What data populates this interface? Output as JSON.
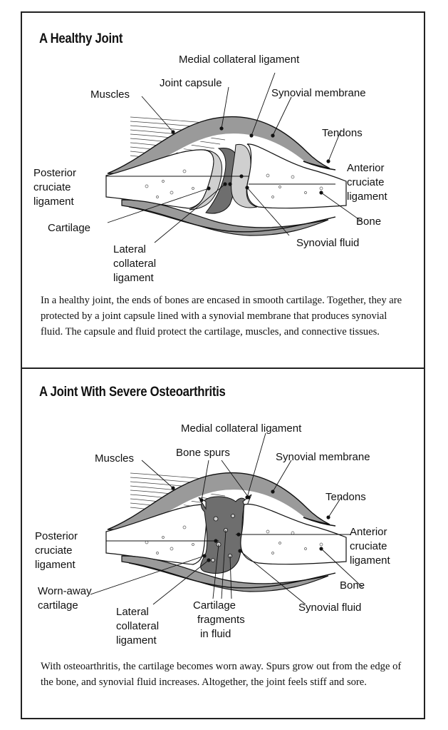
{
  "healthy": {
    "title": "A Healthy Joint",
    "labels": {
      "medial_collateral_ligament": "Medial collateral ligament",
      "joint_capsule": "Joint capsule",
      "muscles": "Muscles",
      "synovial_membrane": "Synovial membrane",
      "tendons": "Tendons",
      "posterior_cruciate_ligament": [
        "Posterior",
        "cruciate",
        "ligament"
      ],
      "anterior_cruciate_ligament": [
        "Anterior",
        "cruciate",
        "ligament"
      ],
      "bone": "Bone",
      "cartilage": "Cartilage",
      "synovial_fluid": "Synovial fluid",
      "lateral_collateral_ligament": [
        "Lateral",
        "collateral",
        "ligament"
      ]
    },
    "caption": "In a healthy joint, the ends of bones are encased in smooth cartilage. Together, they are protected by a joint capsule lined with a synovial membrane that produces synovial fluid. The capsule and fluid protect the cartilage, muscles, and connective tissues."
  },
  "osteoarthritis": {
    "title": "A Joint With Severe Osteoarthritis",
    "labels": {
      "medial_collateral_ligament": "Medial collateral ligament",
      "bone_spurs": "Bone spurs",
      "muscles": "Muscles",
      "synovial_membrane": "Synovial membrane",
      "tendons": "Tendons",
      "posterior_cruciate_ligament": [
        "Posterior",
        "cruciate",
        "ligament"
      ],
      "anterior_cruciate_ligament": [
        "Anterior",
        "cruciate",
        "ligament"
      ],
      "bone": "Bone",
      "worn_away_cartilage": [
        "Worn-away",
        "cartilage"
      ],
      "synovial_fluid": "Synovial fluid",
      "lateral_collateral_ligament": [
        "Lateral",
        "collateral",
        "ligament"
      ],
      "cartilage_fragments": [
        "Cartilage",
        "fragments",
        "in fluid"
      ]
    },
    "caption": "With osteoarthritis, the cartilage becomes worn away. Spurs grow out from the edge of the bone, and synovial fluid increases. Altogether, the joint feels stiff and sore."
  },
  "colors": {
    "capsule": "#8a8a8a",
    "cartilage": "#cfcfcf",
    "fluid": "#6e6e6e",
    "bone": "#ffffff",
    "ink": "#111111"
  }
}
